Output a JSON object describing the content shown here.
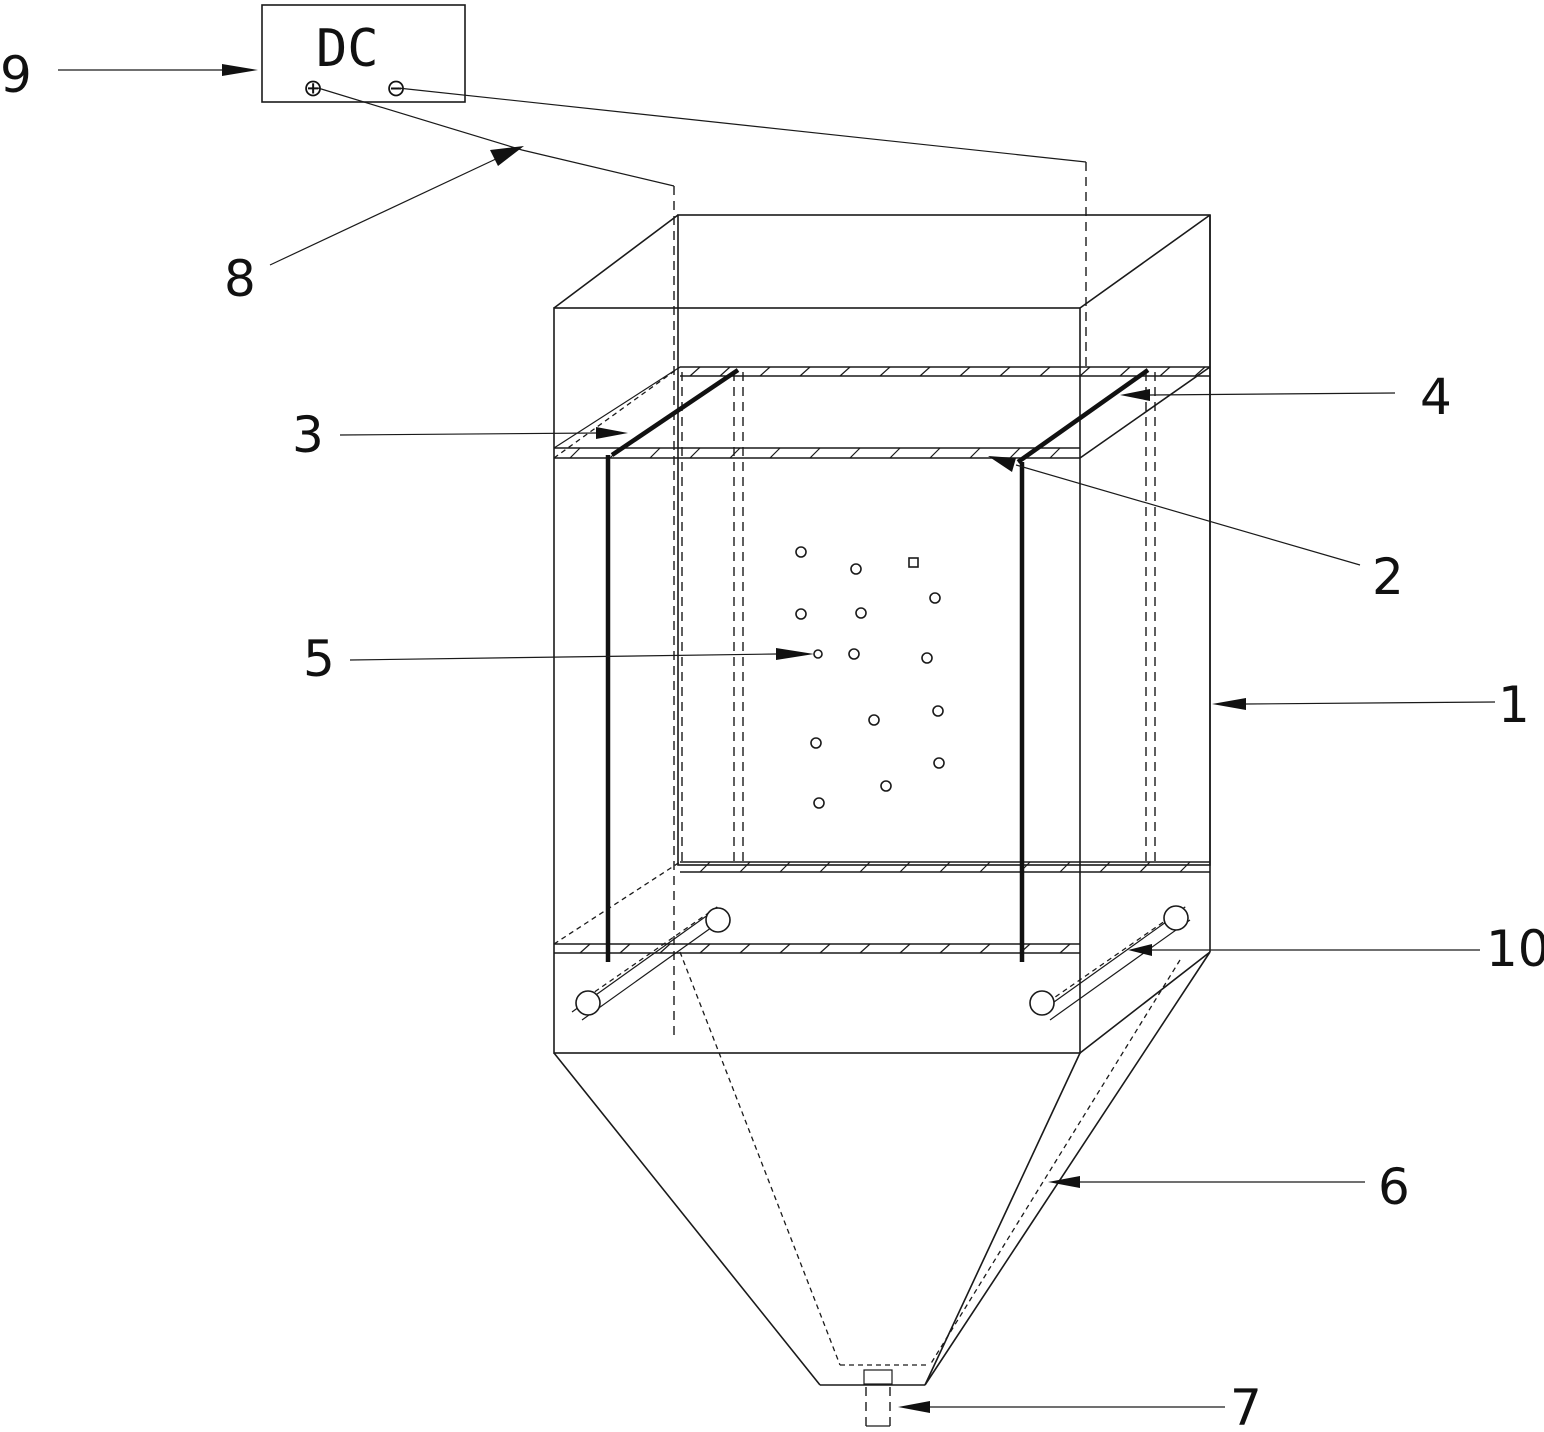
{
  "power_supply": {
    "label": "DC",
    "positive": "⊕",
    "negative": "⊖"
  },
  "labels": {
    "l1": "1",
    "l2": "2",
    "l3": "3",
    "l4": "4",
    "l5": "5",
    "l6": "6",
    "l7": "7",
    "l8": "8",
    "l9": "9",
    "l10": "10"
  }
}
